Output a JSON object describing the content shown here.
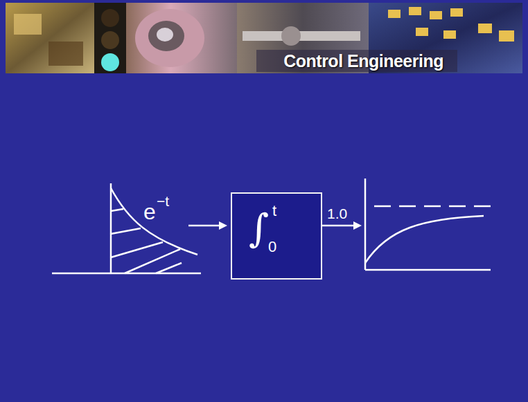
{
  "diagram": {
    "nodes": [
      {
        "text": [
          "∫",
          "t",
          "0"
        ]
      }
    ],
    "labels": [
      "e",
      "−t",
      "1.0",
      "Control Engineering"
    ]
  }
}
